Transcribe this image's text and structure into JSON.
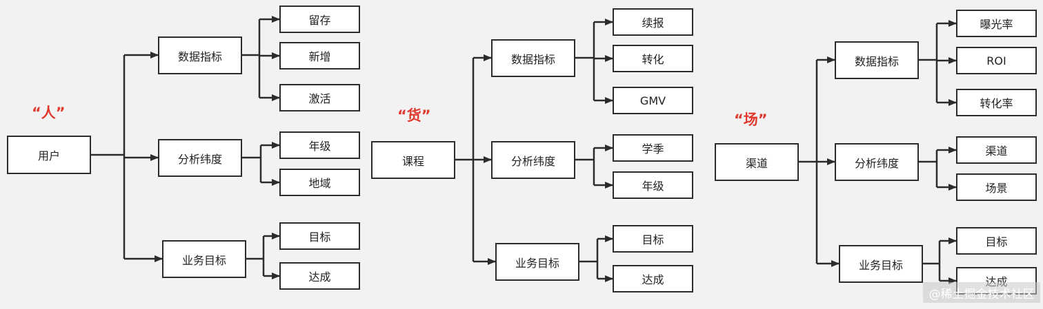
{
  "colors": {
    "category_label": "#e03a2e",
    "line": "#2b2b2b",
    "box_border": "#2b2b2b",
    "background": "#f2f2f2"
  },
  "diagrams": [
    {
      "category": "“人”",
      "root": "用户",
      "groups": [
        {
          "label": "数据指标",
          "leaves": [
            "留存",
            "新增",
            "激活"
          ]
        },
        {
          "label": "分析纬度",
          "leaves": [
            "年级",
            "地域"
          ]
        },
        {
          "label": "业务目标",
          "leaves": [
            "目标",
            "达成"
          ]
        }
      ]
    },
    {
      "category": "“货”",
      "root": "课程",
      "groups": [
        {
          "label": "数据指标",
          "leaves": [
            "续报",
            "转化",
            "GMV"
          ]
        },
        {
          "label": "分析纬度",
          "leaves": [
            "学季",
            "年级"
          ]
        },
        {
          "label": "业务目标",
          "leaves": [
            "目标",
            "达成"
          ]
        }
      ]
    },
    {
      "category": "“场”",
      "root": "渠道",
      "groups": [
        {
          "label": "数据指标",
          "leaves": [
            "曝光率",
            "ROI",
            "转化率"
          ]
        },
        {
          "label": "分析纬度",
          "leaves": [
            "渠道",
            "场景"
          ]
        },
        {
          "label": "业务目标",
          "leaves": [
            "目标",
            "达成"
          ]
        }
      ]
    }
  ],
  "watermark": "@稀土掘金技术社区"
}
